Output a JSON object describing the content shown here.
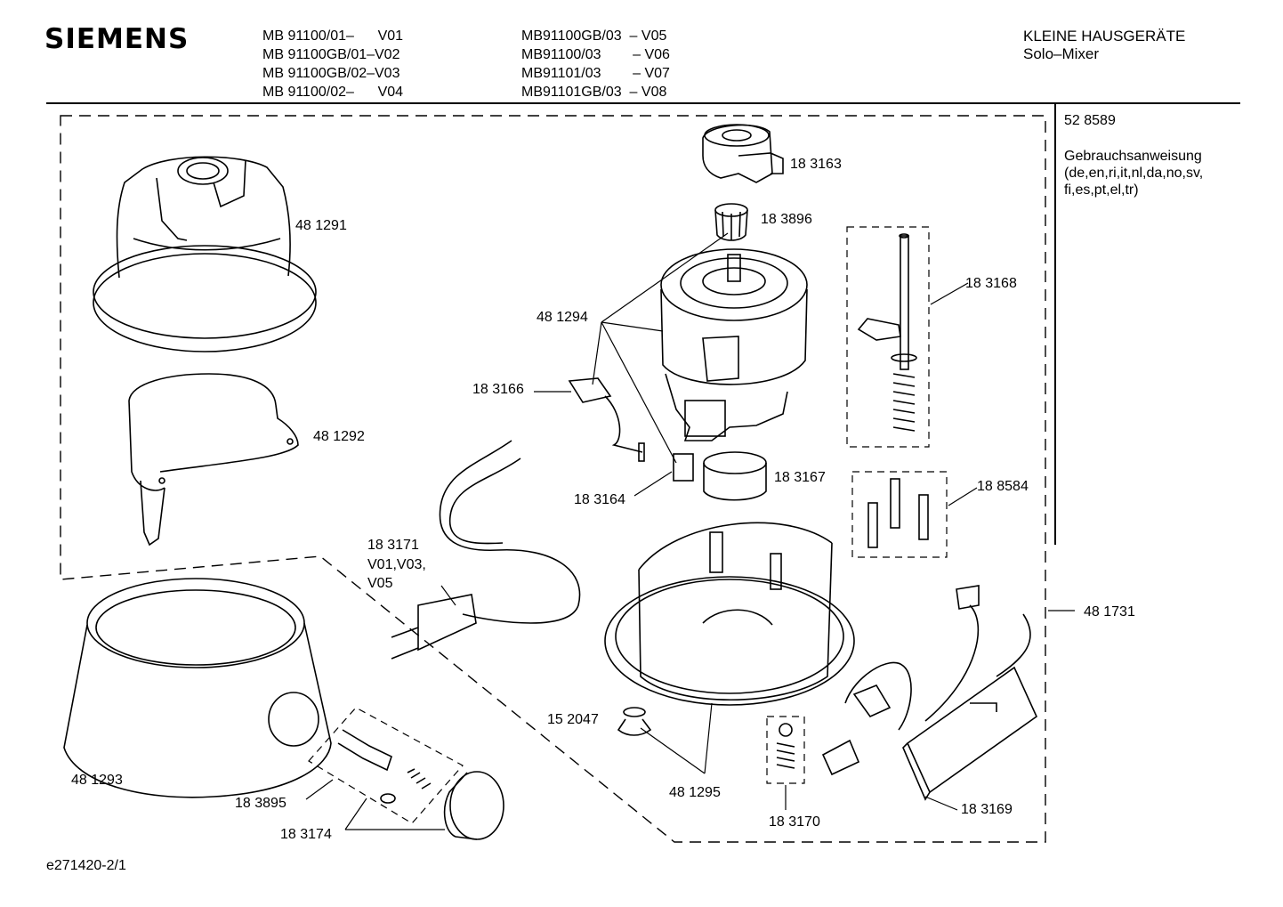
{
  "header": {
    "brand": "SIEMENS",
    "models_left": [
      "MB 91100/01–      V01",
      "MB 91100GB/01–V02",
      "MB 91100GB/02–V03",
      "MB 91100/02–      V04"
    ],
    "models_right": [
      "MB91100GB/03  – V05",
      "MB91100/03        – V06",
      "MB91101/03        – V07",
      "MB91101GB/03  – V08"
    ],
    "category": "KLEINE HAUSGERÄTE",
    "product": "Solo–Mixer"
  },
  "side_panel": {
    "doc_number": "52 8589",
    "manual_title": "Gebrauchsanweisung",
    "manual_langs": [
      "(de,en,ri,it,nl,da,no,sv,",
      "fi,es,pt,el,tr)"
    ]
  },
  "parts": {
    "p481291": "48 1291",
    "p481292": "48 1292",
    "p481293": "48 1293",
    "p481294": "48 1294",
    "p481295": "48 1295",
    "p481731": "48 1731",
    "p183163": "18 3163",
    "p183896": "18 3896",
    "p183168": "18 3168",
    "p183166": "18 3166",
    "p183164": "18 3164",
    "p183167": "18 3167",
    "p188584": "18 8584",
    "p183171": "18 3171",
    "p183171_variants_1": "V01,V03,",
    "p183171_variants_2": "V05",
    "p152047": "15 2047",
    "p183170": "18 3170",
    "p183169": "18 3169",
    "p183895": "18 3895",
    "p183174": "18 3174"
  },
  "footer": {
    "drawing_id": "e271420-2/1"
  }
}
